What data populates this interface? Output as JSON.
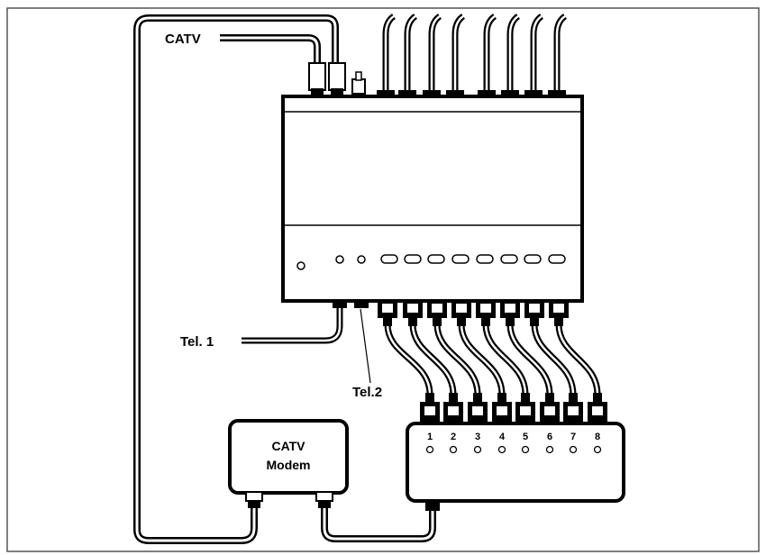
{
  "labels": {
    "catv_top": "CATV",
    "tel1": "Tel. 1",
    "tel2": "Tel.2",
    "modem_line1": "CATV",
    "modem_line2": "Modem"
  },
  "hub": {
    "port_numbers": [
      "1",
      "2",
      "3",
      "4",
      "5",
      "6",
      "7",
      "8"
    ]
  },
  "colors": {
    "line": "#000000",
    "background": "#ffffff",
    "frame": "#555555"
  }
}
